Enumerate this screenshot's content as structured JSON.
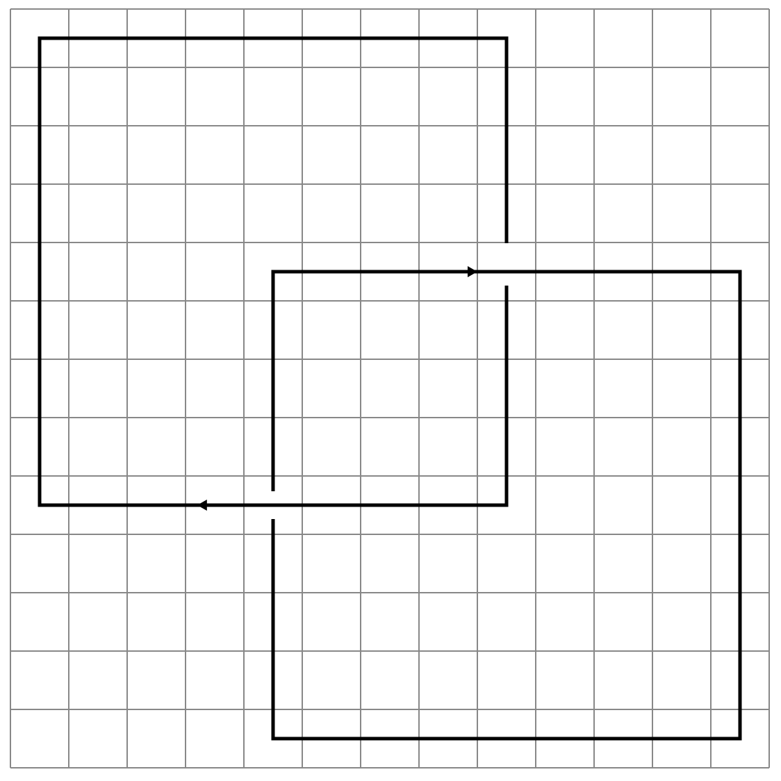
{
  "diagram": {
    "kind": "knot-diagram",
    "grid": {
      "columns": 13,
      "rows": 13,
      "color": "#888888"
    },
    "stroke_color": "#000000",
    "background": "#ffffff",
    "crossings": [
      {
        "id": "crossing-1",
        "over": "horizontal",
        "under": "vertical"
      },
      {
        "id": "crossing-2",
        "over": "horizontal",
        "under": "vertical"
      }
    ],
    "arrows": [
      {
        "id": "arrow-right",
        "direction": "right"
      },
      {
        "id": "arrow-left",
        "direction": "left"
      }
    ]
  }
}
